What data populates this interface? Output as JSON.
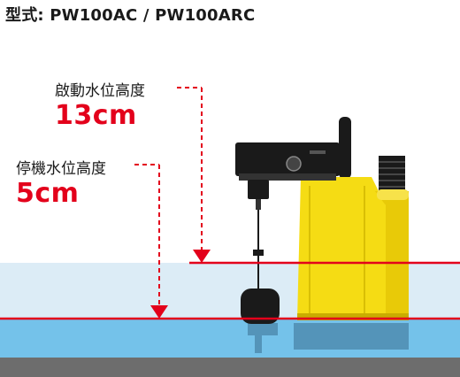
{
  "header": {
    "model_label": "型式: PW100AC / PW100ARC"
  },
  "start_level": {
    "label": "啟動水位高度",
    "value": "13cm"
  },
  "stop_level": {
    "label": "停機水位高度",
    "value": "5cm"
  },
  "colors": {
    "accent_red": "#e3001b",
    "pump_yellow": "#f5dc14",
    "upper_water": "#dcecf6",
    "lower_water": "#74c2ea",
    "floor": "#6d6d6d",
    "pump_body_dark": "#1a1a1a"
  }
}
